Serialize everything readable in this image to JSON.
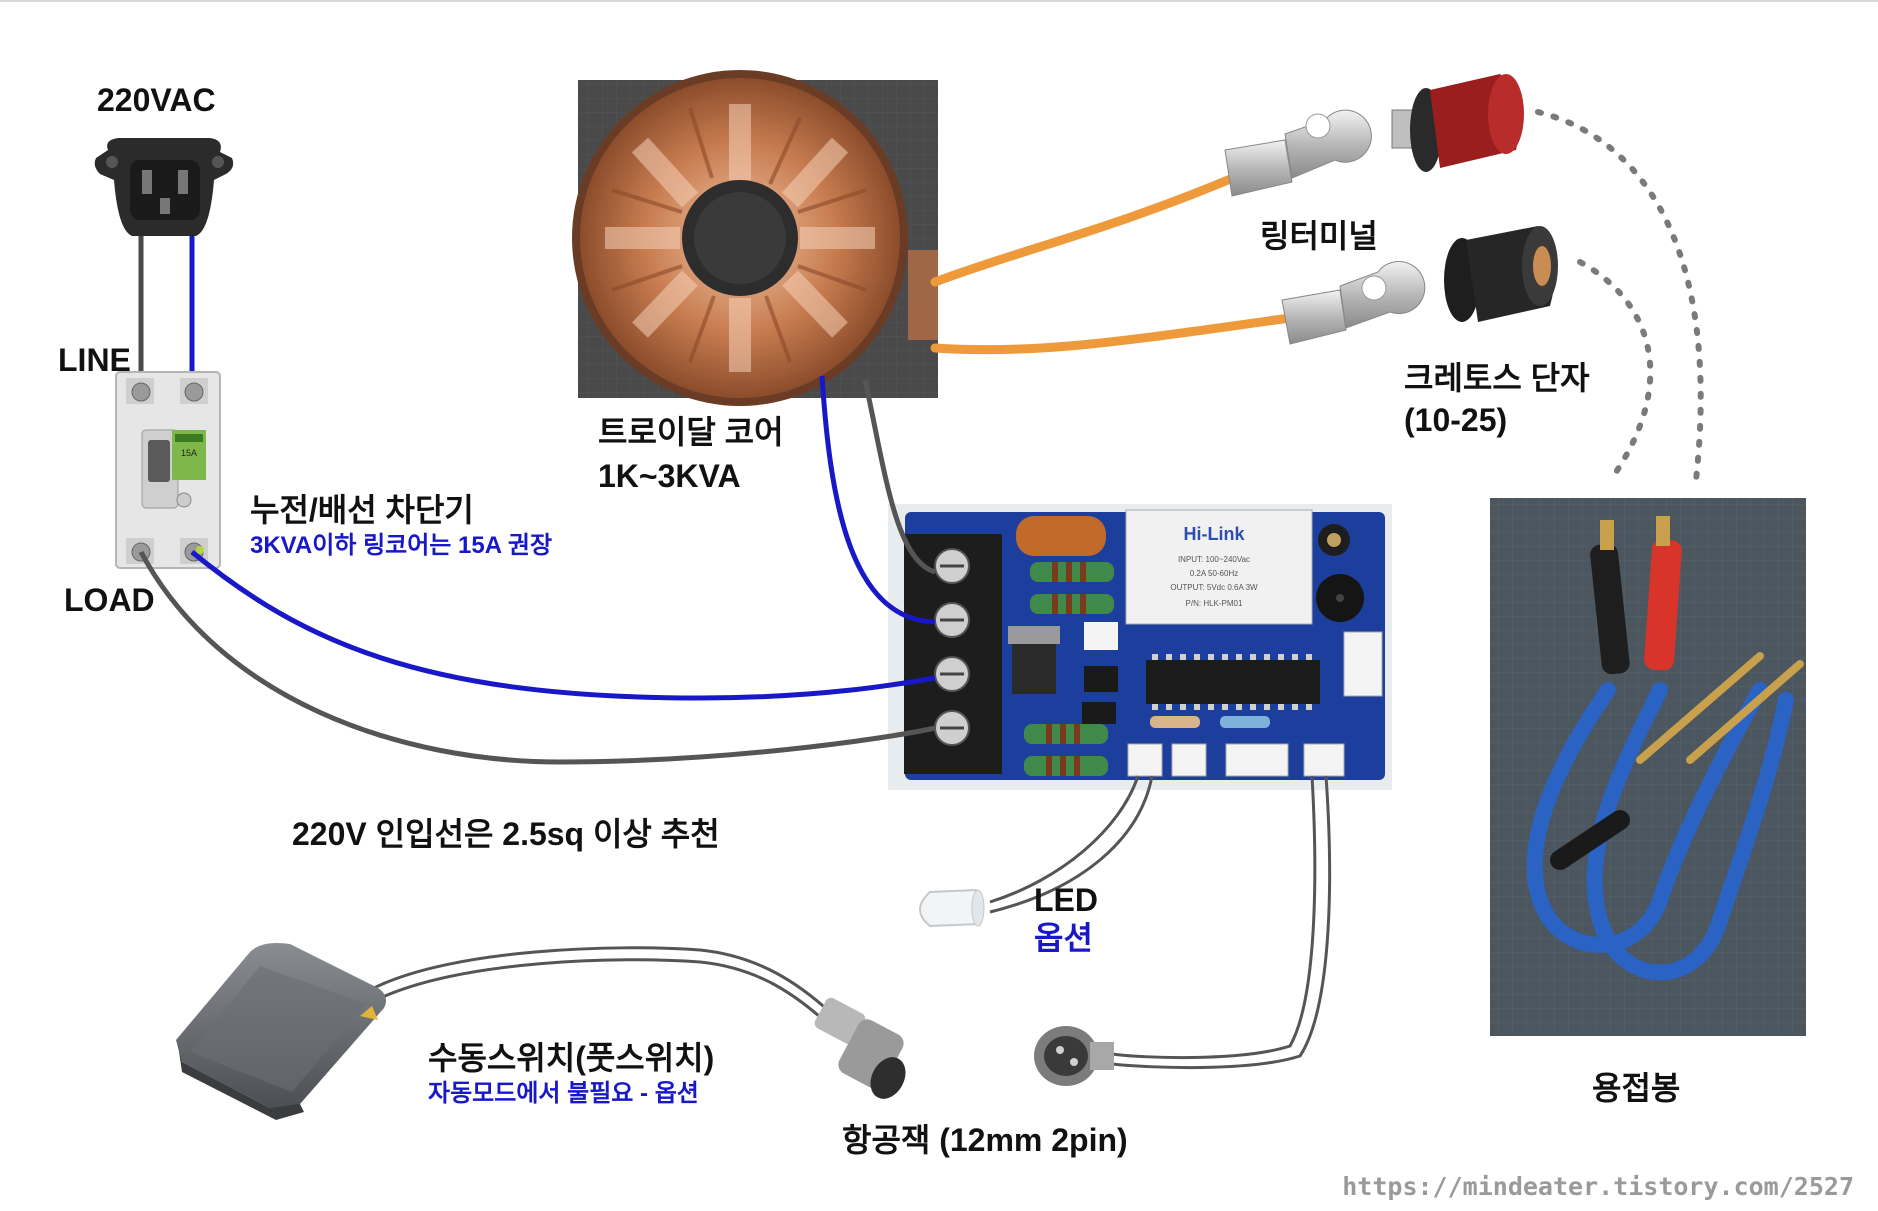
{
  "labels": {
    "vac": "220VAC",
    "line": "LINE",
    "load": "LOAD",
    "breaker_title": "누전/배선 차단기",
    "breaker_note": "3KVA이하 링코어는 15A 권장",
    "toroid_line1": "트로이달 코어",
    "toroid_line2": "1K~3KVA",
    "ring_terminal": "링터미널",
    "cretos_line1": "크레토스 단자",
    "cretos_line2": "(10-25)",
    "input_wire": "220V 인입선은 2.5sq 이상 추천",
    "led": "LED",
    "led_option": "옵션",
    "foot_switch": "수동스위치(풋스위치)",
    "foot_switch_note": "자동모드에서 불필요 - 옵션",
    "aviation_jack": "항공잭 (12mm 2pin)",
    "welding_rod": "용접봉",
    "source_url": "https://mindeater.tistory.com/2527"
  },
  "components": {
    "module_brand": "Hi-Link",
    "module_text": [
      "INPUT: 100~240Vac",
      "0.2A 50-60Hz",
      "OUTPUT: 5Vdc 0.6A 3W",
      "P/N: HLK-PM01"
    ],
    "breaker_rating": "15A"
  },
  "colors": {
    "live_wire": "#1818c8",
    "neutral_wire": "#555555",
    "lead_wire": "#ef9a3a",
    "pcb": "#1c3f9e",
    "copper": "#c9784a",
    "red_terminal": "#9b1e1e",
    "cable_blue": "#2a63c4"
  }
}
